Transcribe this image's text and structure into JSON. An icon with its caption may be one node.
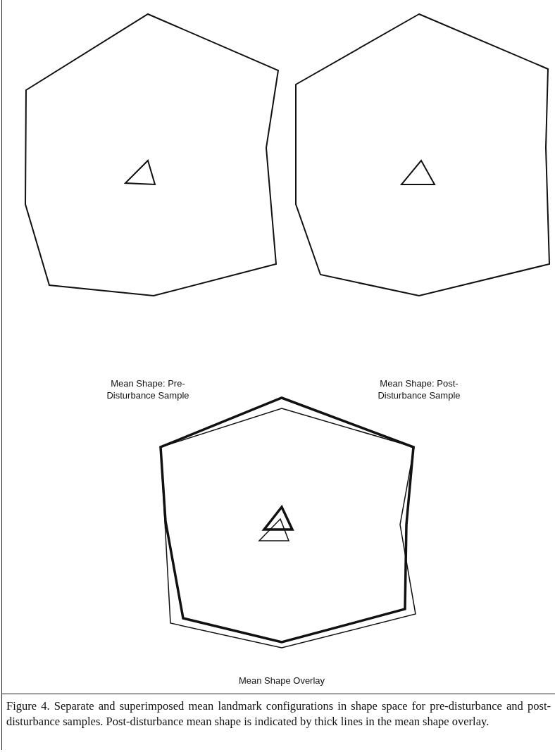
{
  "diagram": {
    "caption": "Figure 4. Separate and superimposed mean landmark configurations in shape space for pre-disturbance and post-disturbance samples. Post-disturbance mean shape is indicated by thick lines in the mean shape overlay.",
    "labels": [
      "Mean Shape: Pre-Disturbance Sample",
      "Mean Shape: Post-Disturbance Sample",
      "Mean Shape Overlay"
    ]
  }
}
